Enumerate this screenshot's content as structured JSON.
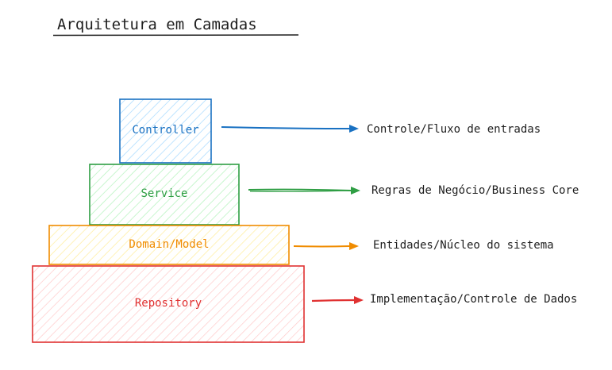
{
  "title": "Arquitetura em Camadas",
  "colors": {
    "text": "#1e1e1e",
    "background": "#ffffff"
  },
  "layers": [
    {
      "label": "Controller",
      "description": "Controle/Fluxo de entradas",
      "color": "#1971c2",
      "fill": "#a5d8ff"
    },
    {
      "label": "Service",
      "description": "Regras de Negócio/Business Core",
      "color": "#2f9e44",
      "fill": "#b2f2bb"
    },
    {
      "label": "Domain/Model",
      "description": "Entidades/Núcleo do sistema",
      "color": "#f08c00",
      "fill": "#ffec99"
    },
    {
      "label": "Repository",
      "description": "Implementação/Controle de Dados",
      "color": "#e03131",
      "fill": "#ffc9c9"
    }
  ]
}
